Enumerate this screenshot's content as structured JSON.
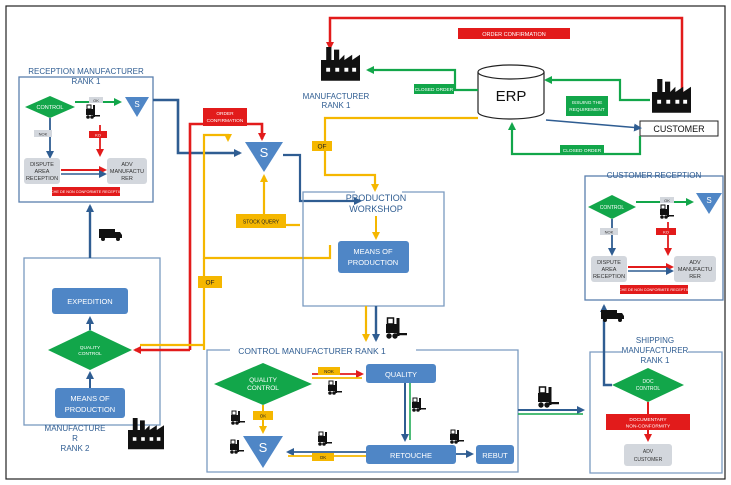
{
  "diagram": {
    "reception_rank1": {
      "title_l1": "RECEPTION MANUFACTURER",
      "title_l2": "RANK 1",
      "control": "CONTROL",
      "ok": "OK",
      "nok": "NOK",
      "ko": "KO",
      "dispute_l1": "DISPUTE",
      "dispute_l2": "AREA",
      "dispute_l3": "RECEPTION",
      "adv_l1": "ADV",
      "adv_l2": "MANUFACTU",
      "adv_l3": "RER",
      "red_bar": "FICHE DE NON CONFORMITE RECEPTION"
    },
    "manufacturer_rank1": {
      "label_l1": "MANUFACTURER",
      "label_l2": "RANK 1"
    },
    "erp": {
      "label": "ERP"
    },
    "customer": {
      "label": "CUSTOMER"
    },
    "tags": {
      "order_confirmation_top": "ORDER CONFIRMATION",
      "closed_order_left": "CLOSED ORDER",
      "issuing_l1": "ISSUING THE",
      "issuing_l2": "REQUIREMENT",
      "closed_order_bottom": "CLOSED ORDER",
      "order_confirmation_red_l1": "ORDER",
      "order_confirmation_red_l2": "CONFIRMATION",
      "of_upper": "OF",
      "of_left": "OF",
      "stock_query": "STOCK QUERY"
    },
    "s_label": "S",
    "production": {
      "title_l1": "PRODUCTION",
      "title_l2": "WORKSHOP",
      "means_l1": "MEANS OF",
      "means_l2": "PRODUCTION"
    },
    "rank2": {
      "expedition": "EXPEDITION",
      "quality_l1": "QUALITY",
      "quality_l2": "CONTROL",
      "means_l1": "MEANS OF",
      "means_l2": "PRODUCTION",
      "label_l1": "MANUFACTURE",
      "label_l2": "R",
      "label_l3": "RANK 2"
    },
    "control_rank1": {
      "title": "CONTROL MANUFACTURER RANK 1",
      "qc_l1": "QUALITY",
      "qc_l2": "CONTROL",
      "nok": "NOK",
      "ok": "OK",
      "ok2": "OK",
      "quality": "QUALITY",
      "retouche": "RETOUCHE",
      "rebut": "REBUT"
    },
    "shipping": {
      "title_l1": "SHIPPING",
      "title_l2": "MANUFACTURER",
      "title_l3": "RANK 1",
      "doc_l1": "DOC",
      "doc_l2": "CONTROL",
      "red_l1": "DOCUMENTARY",
      "red_l2": "NON-CONFORMITY",
      "adv_l1": "ADV",
      "adv_l2": "CUSTOMER"
    },
    "customer_reception": {
      "title": "CUSTOMER RECEPTION",
      "control": "CONTROL",
      "ok": "OK",
      "nok": "NOK",
      "ko": "KO",
      "dispute_l1": "DISPUTE",
      "dispute_l2": "AREA",
      "dispute_l3": "RECEPTION",
      "adv_l1": "ADV",
      "adv_l2": "MANUFACTU",
      "adv_l3": "RER",
      "red_bar": "FICHE DE NON CONFORMITE RECEPTION"
    }
  },
  "colors": {
    "green": "#12a64a",
    "blue": "#4f86c6",
    "blue_dark": "#2f5d92",
    "red": "#e21b1b",
    "orange": "#f5b700",
    "gray": "#d3d7dd"
  }
}
